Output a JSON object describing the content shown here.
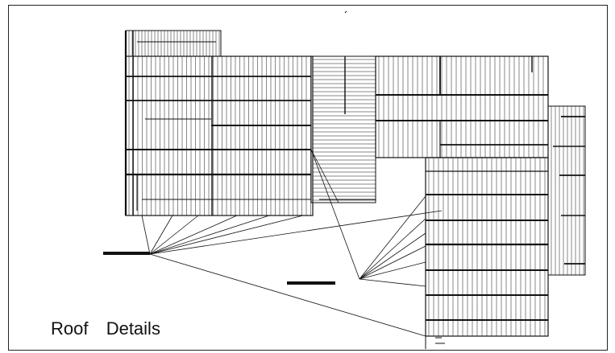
{
  "sheet": {
    "title": "Roof  Details",
    "callouts": [
      {
        "id": "callout-left",
        "text": ""
      },
      {
        "id": "callout-center",
        "text": ""
      }
    ]
  },
  "colors": {
    "line": "#111111",
    "paper": "#ffffff",
    "frame": "#222222"
  }
}
